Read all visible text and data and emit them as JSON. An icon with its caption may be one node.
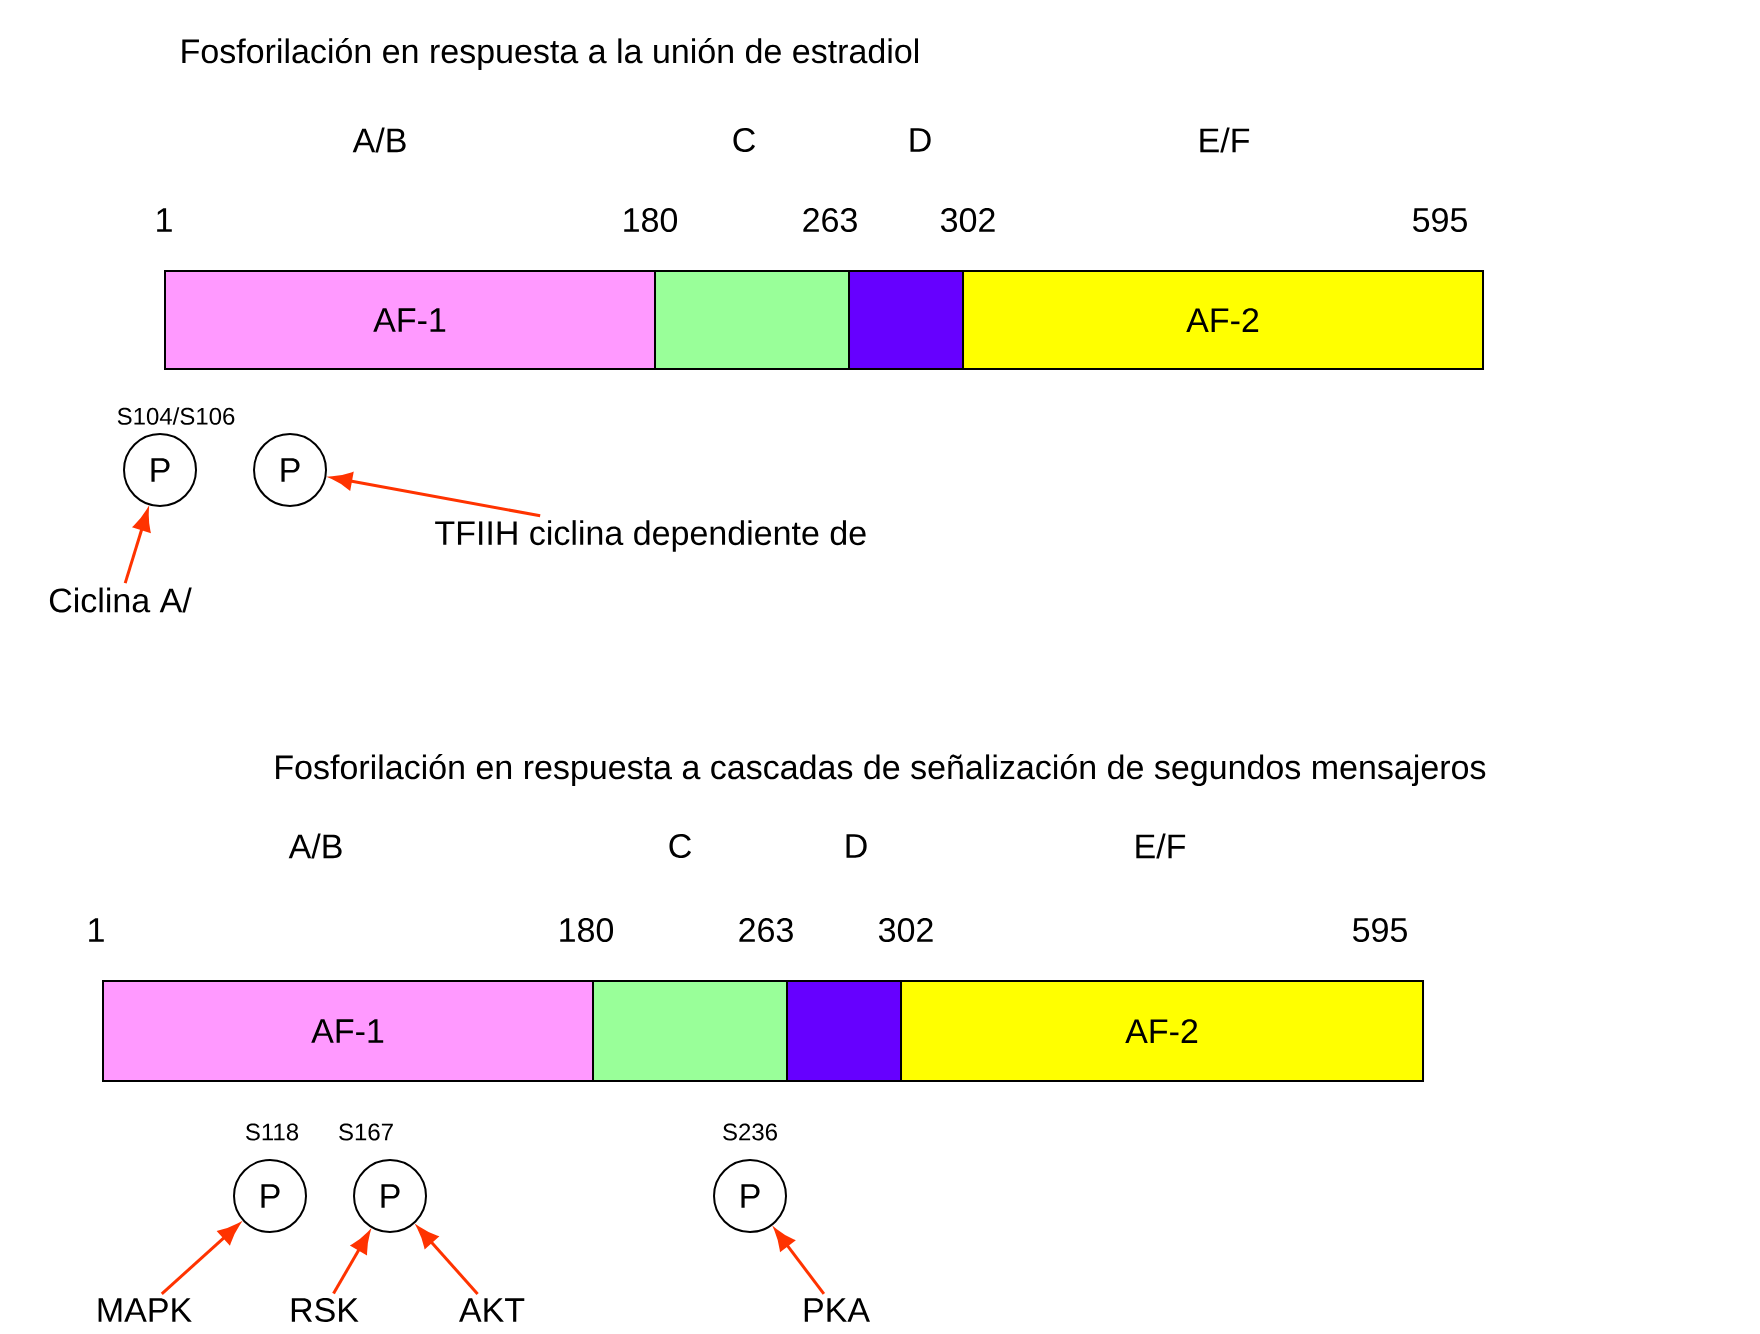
{
  "diagram": {
    "title": "Fosforilación en respuesta a la unión de estradiol",
    "nodes": [
      {
        "text": [
          "AF-1"
        ]
      },
      {
        "text": [],
        "shape": "box"
      },
      {
        "text": [],
        "shape": "box"
      },
      {
        "text": [
          "AF-2"
        ]
      },
      {
        "text": [
          "P"
        ],
        "beside": [
          "S104/S106"
        ]
      },
      {
        "text": [
          "P"
        ]
      },
      {
        "text": [
          "Ciclina A/"
        ]
      },
      {
        "text": [
          "TFIIH ciclina dependiente de"
        ]
      },
      {
        "text": [
          "AF-1"
        ]
      },
      {
        "text": [],
        "shape": "box"
      },
      {
        "text": [],
        "shape": "box"
      },
      {
        "text": [
          "AF-2"
        ]
      },
      {
        "text": [
          "P"
        ],
        "beside": [
          "S118"
        ]
      },
      {
        "text": [
          "P"
        ],
        "beside": [
          "S167"
        ]
      },
      {
        "text": [
          "P"
        ],
        "beside": [
          "S236"
        ]
      },
      {
        "text": [
          "MAPK"
        ]
      },
      {
        "text": [
          "RSK"
        ]
      },
      {
        "text": [
          "AKT"
        ]
      },
      {
        "text": [
          "PKA"
        ]
      }
    ],
    "edges": [
      {
        "from": 6,
        "to": 4,
        "arrow": "to"
      },
      {
        "from": 7,
        "to": 5,
        "arrow": "to"
      },
      {
        "from": 15,
        "to": 12,
        "arrow": "to"
      },
      {
        "from": 16,
        "to": 13,
        "arrow": "to"
      },
      {
        "from": 17,
        "to": 13,
        "arrow": "to"
      },
      {
        "from": 18,
        "to": 14,
        "arrow": "to"
      }
    ],
    "labels": [
      "A/B",
      "C",
      "D",
      "E/F",
      "1",
      "180",
      "263",
      "302",
      "595",
      "Fosforilación en respuesta a cascadas de señalización de segundos mensajeros",
      "A/B",
      "C",
      "D",
      "E/F",
      "1",
      "180",
      "263",
      "302",
      "595"
    ]
  }
}
